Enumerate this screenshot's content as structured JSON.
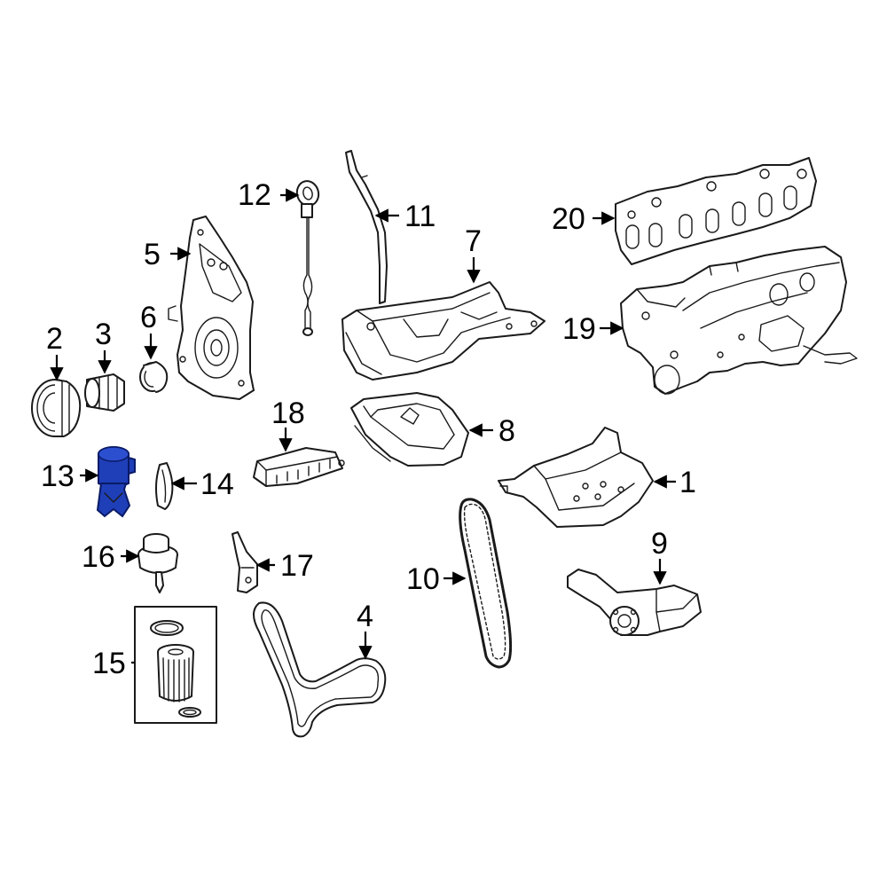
{
  "callouts": {
    "c1": "1",
    "c2": "2",
    "c3": "3",
    "c4": "4",
    "c5": "5",
    "c6": "6",
    "c7": "7",
    "c8": "8",
    "c9": "9",
    "c10": "10",
    "c11": "11",
    "c12": "12",
    "c13": "13",
    "c14": "14",
    "c15": "15",
    "c16": "16",
    "c17": "17",
    "c18": "18",
    "c19": "19",
    "c20": "20"
  },
  "highlight_color": "#1f3fb8",
  "highlighted_part": "13"
}
